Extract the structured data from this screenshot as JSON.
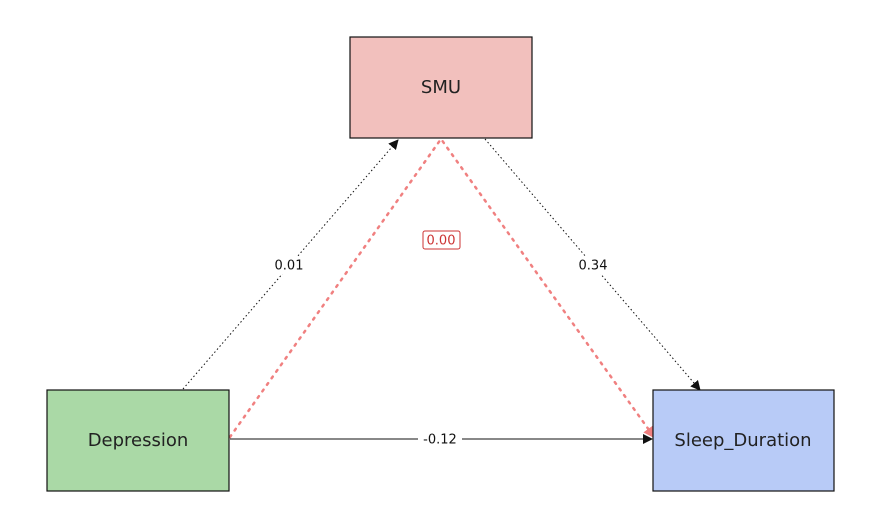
{
  "nodes": {
    "mediator": {
      "label": "SMU",
      "fill": "#f2c0bd"
    },
    "predictor": {
      "label": "Depression",
      "fill": "#aad9a6"
    },
    "outcome": {
      "label": "Sleep_Duration",
      "fill": "#b8cbf7"
    }
  },
  "edges": {
    "a_path": {
      "label": "0.01"
    },
    "b_path": {
      "label": "0.34"
    },
    "c_path": {
      "label": "-0.12"
    },
    "indirect": {
      "label": "0.00",
      "color": "#f08080",
      "label_color": "#cc3333"
    }
  },
  "colors": {
    "stroke": "#111111"
  }
}
